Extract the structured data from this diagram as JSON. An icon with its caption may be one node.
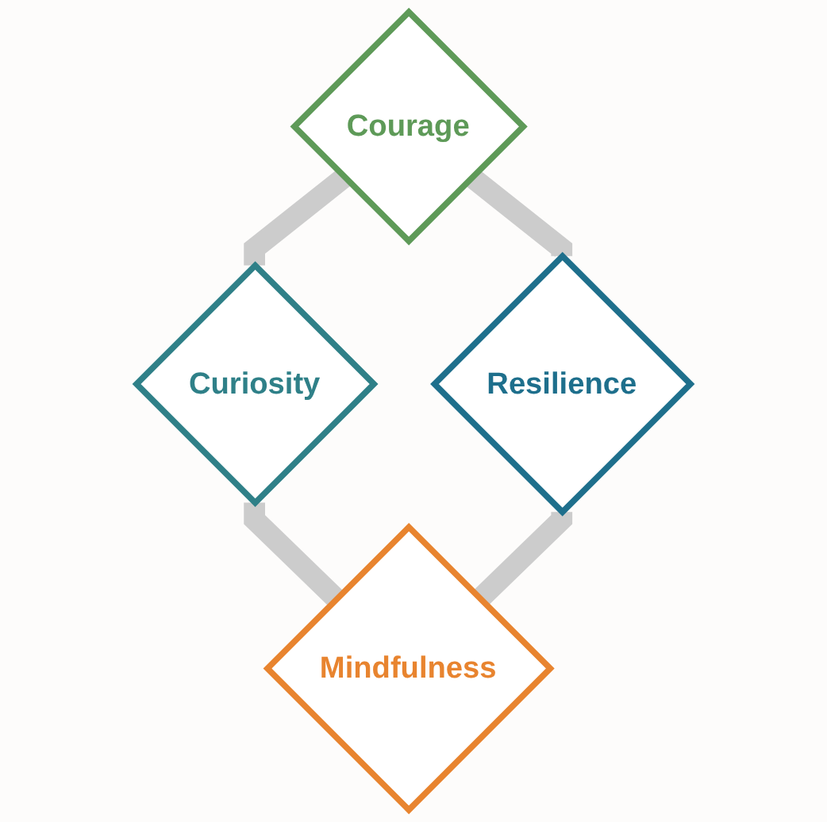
{
  "diagram": {
    "nodes": [
      {
        "text": [
          "Courage"
        ]
      },
      {
        "text": [
          "Curiosity"
        ]
      },
      {
        "text": [
          "Resilience"
        ]
      },
      {
        "text": [
          "Mindfulness"
        ]
      }
    ],
    "edges": [
      {
        "from": 0,
        "to": 1,
        "arrow": "none"
      },
      {
        "from": 0,
        "to": 2,
        "arrow": "none"
      },
      {
        "from": 1,
        "to": 3,
        "arrow": "none"
      },
      {
        "from": 2,
        "to": 3,
        "arrow": "none"
      }
    ]
  }
}
